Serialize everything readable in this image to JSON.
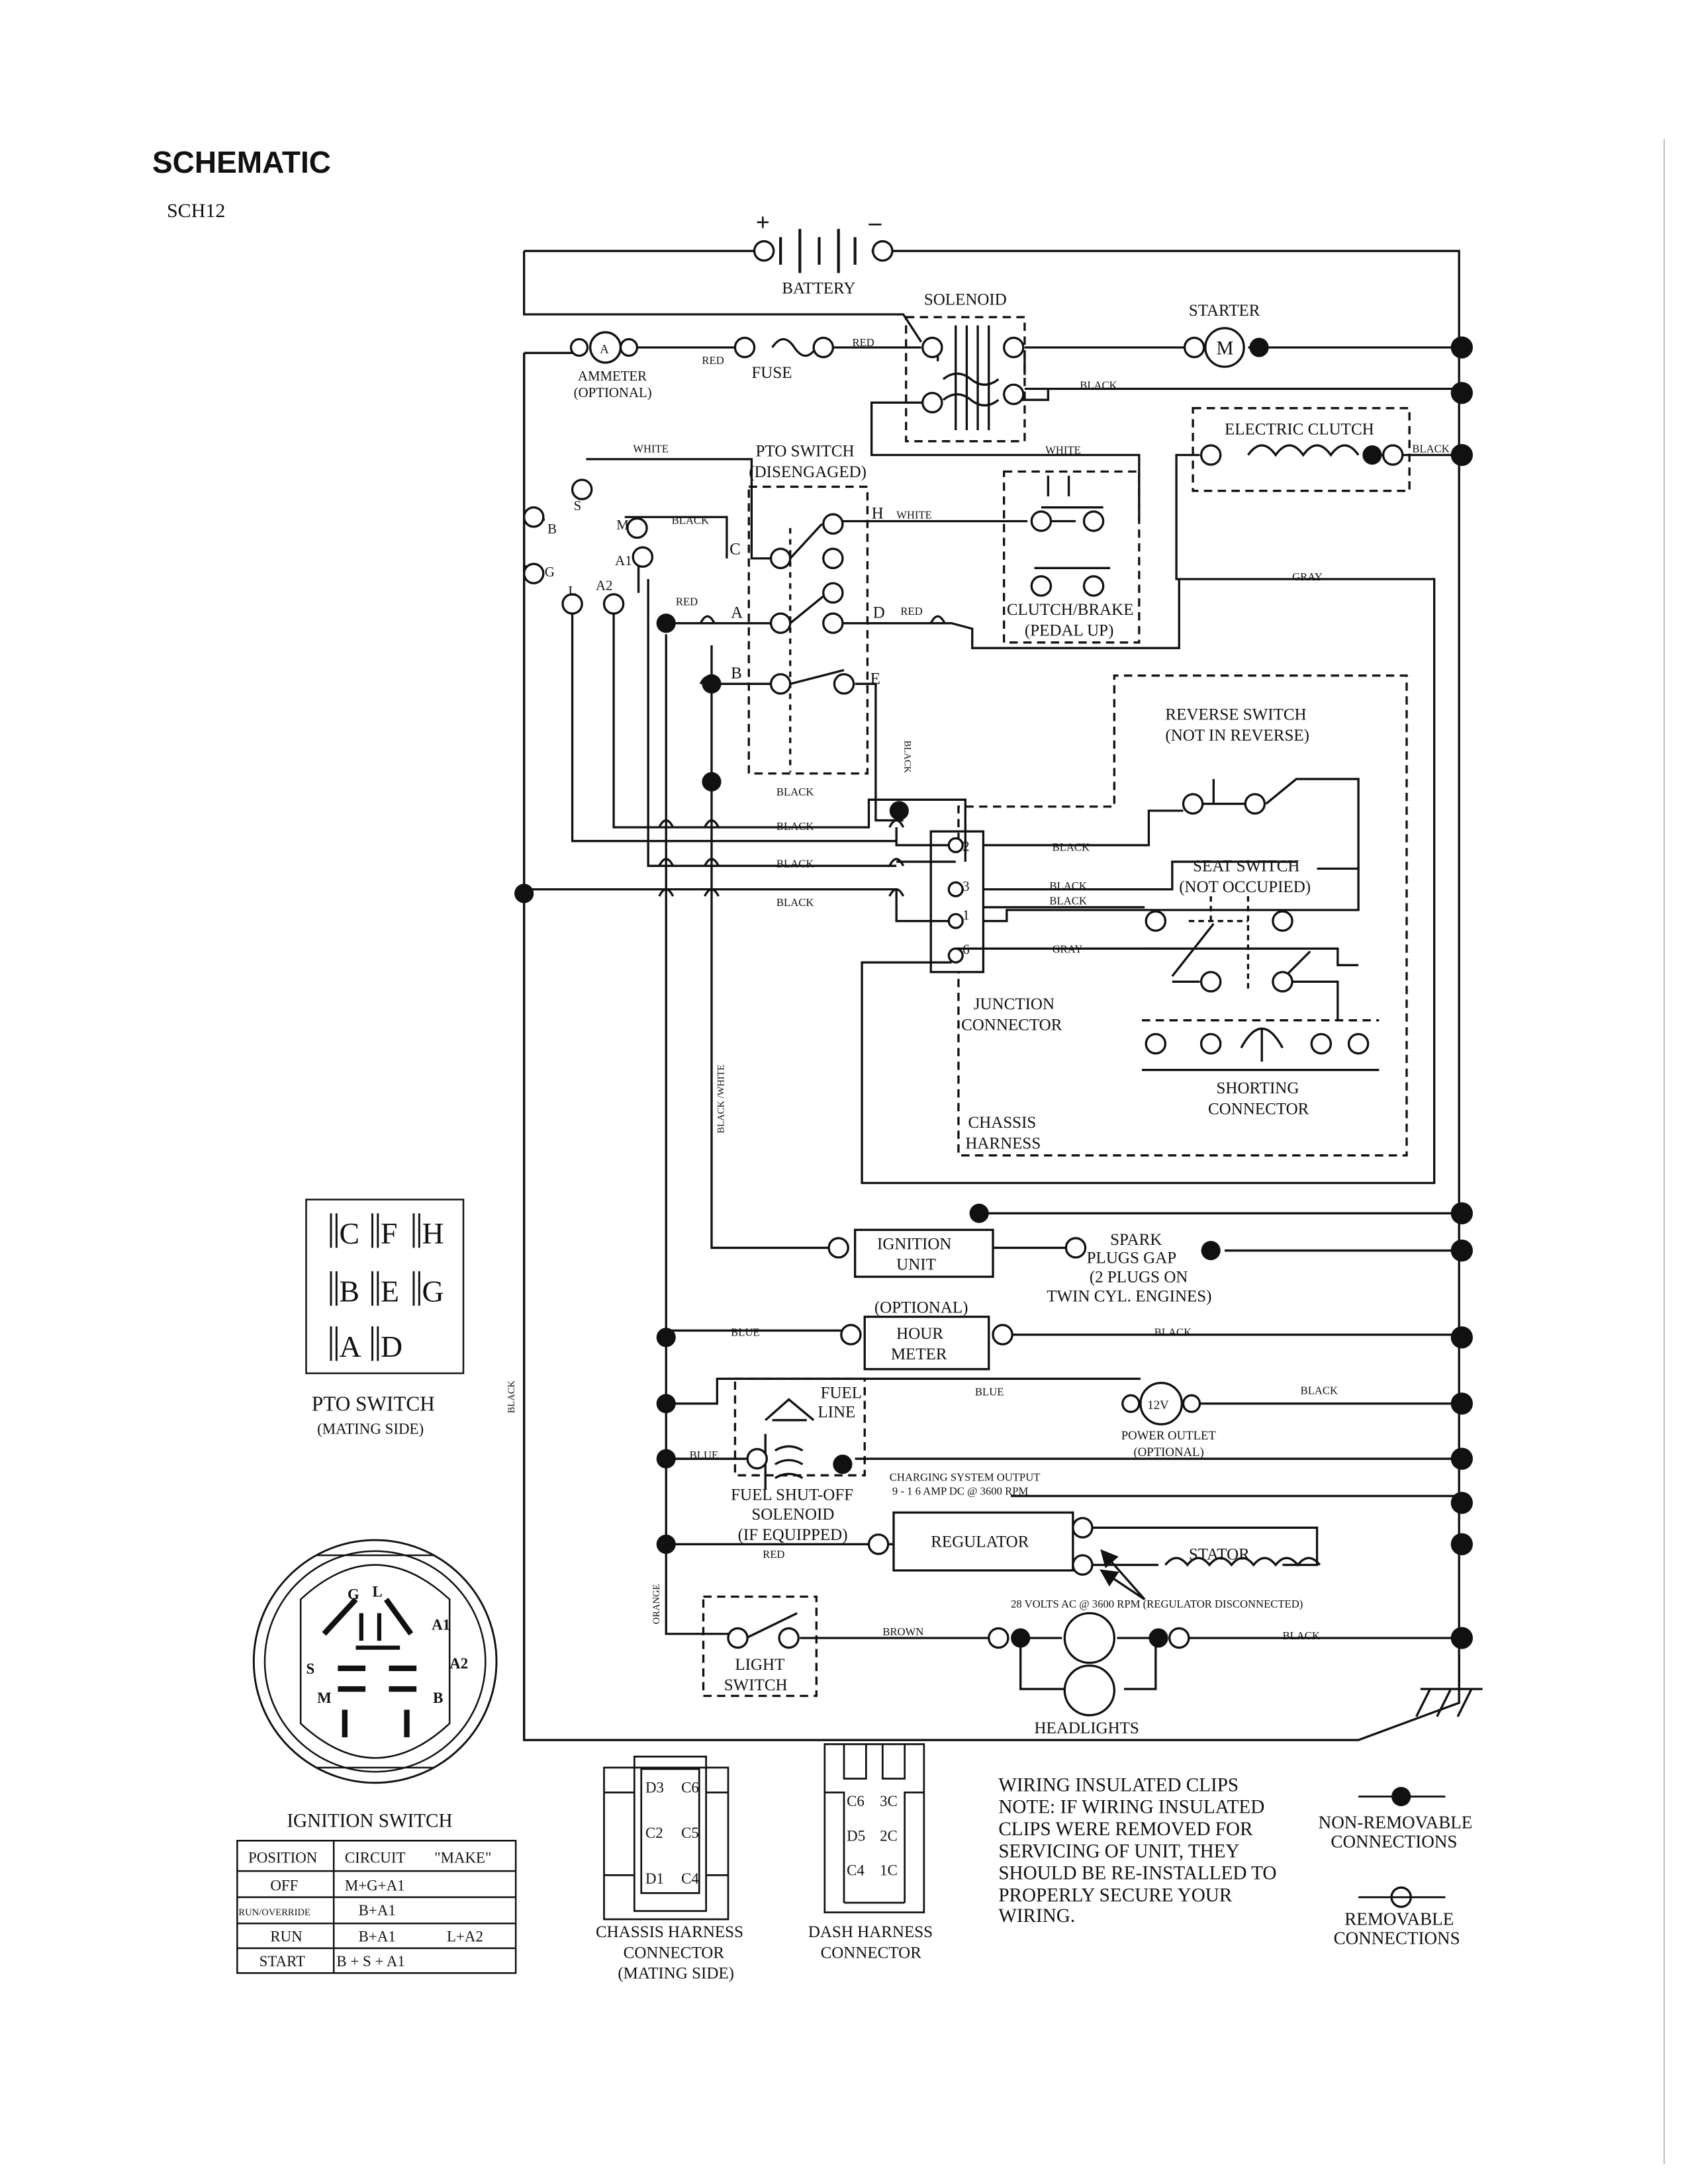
{
  "header": {
    "title": "SCHEMATIC",
    "code": "SCH12"
  },
  "battery": {
    "label": "BATTERY",
    "plus": "+",
    "minus": "–"
  },
  "solenoid": {
    "label": "SOLENOID"
  },
  "starter": {
    "label": "STARTER",
    "symbol": "M"
  },
  "ammeter": {
    "label": "AMMETER",
    "note": "(OPTIONAL)",
    "symbol": "A"
  },
  "fuse": {
    "label": "FUSE"
  },
  "electric_clutch": {
    "label": "ELECTRIC CLUTCH"
  },
  "pto_switch": {
    "label": "PTO SWITCH",
    "state": "(DISENGAGED)",
    "terminals": [
      "C",
      "H",
      "A",
      "D",
      "B",
      "E"
    ]
  },
  "clutch_brake": {
    "label": "CLUTCH/BRAKE",
    "state": "(PEDAL UP)"
  },
  "ignition_terminals": [
    "S",
    "B",
    "M",
    "A1",
    "G",
    "L",
    "A2"
  ],
  "reverse_switch": {
    "label": "REVERSE SWITCH",
    "state": "(NOT IN REVERSE)"
  },
  "seat_switch": {
    "label": "SEAT SWITCH",
    "state": "(NOT OCCUPIED)"
  },
  "junction_connector": {
    "label": "JUNCTION",
    "label2": "CONNECTOR",
    "pins": [
      "2",
      "3",
      "1",
      "6"
    ]
  },
  "shorting_connector": {
    "label": "SHORTING",
    "label2": "CONNECTOR"
  },
  "chassis_harness": {
    "label": "CHASSIS",
    "label2": "HARNESS"
  },
  "ignition_unit": {
    "label": "IGNITION",
    "label2": "UNIT"
  },
  "spark_plugs": {
    "line1": "SPARK",
    "line2": "PLUGS GAP",
    "line3": "(2 PLUGS ON",
    "line4": "TWIN CYL. ENGINES)"
  },
  "hour_meter": {
    "note": "(OPTIONAL)",
    "label": "HOUR",
    "label2": "METER"
  },
  "fuel_line": {
    "label": "FUEL",
    "label2": "LINE"
  },
  "power_outlet": {
    "symbol": "12V",
    "label": "POWER OUTLET",
    "note": "(OPTIONAL)"
  },
  "fuel_solenoid": {
    "line1": "FUEL SHUT-OFF",
    "line2": "SOLENOID",
    "line3": "(IF EQUIPPED)"
  },
  "charging": {
    "line1": "CHARGING SYSTEM OUTPUT",
    "line2": "9 - 1 6 AMP DC @ 3600 RPM"
  },
  "regulator": {
    "label": "REGULATOR"
  },
  "stator": {
    "label": "STATOR",
    "note": "28 VOLTS AC @ 3600 RPM (REGULATOR DISCONNECTED)"
  },
  "light_switch": {
    "label": "LIGHT",
    "label2": "SWITCH"
  },
  "headlights": {
    "label": "HEADLIGHTS"
  },
  "wires": {
    "red": "RED",
    "black": "BLACK",
    "white": "WHITE",
    "gray": "GRAY",
    "blue": "BLUE",
    "brown": "BROWN",
    "orange": "ORANGE",
    "black_white": "BLACK /WHITE"
  },
  "pto_mating": {
    "label": "PTO SWITCH",
    "note": "(MATING SIDE)",
    "rows": [
      [
        "C",
        "F",
        "H"
      ],
      [
        "B",
        "E",
        "G"
      ],
      [
        "A",
        "D"
      ]
    ]
  },
  "ignition_switch": {
    "label": "IGNITION SWITCH",
    "face": [
      "G",
      "L",
      "A1",
      "A2",
      "S",
      "M",
      "B"
    ],
    "headers": [
      "POSITION",
      "CIRCUIT",
      "\"MAKE\""
    ],
    "rows": [
      [
        "OFF",
        "M+G+A1",
        ""
      ],
      [
        "RUN/OVERRIDE",
        "B+A1",
        ""
      ],
      [
        "RUN",
        "B+A1",
        "L+A2"
      ],
      [
        "START",
        "B + S + A1",
        ""
      ]
    ]
  },
  "chassis_connector": {
    "line1": "CHASSIS HARNESS",
    "line2": "CONNECTOR",
    "line3": "(MATING SIDE)",
    "pins": [
      "D3",
      "C6",
      "C2",
      "C5",
      "D1",
      "C4"
    ]
  },
  "dash_connector": {
    "line1": "DASH HARNESS",
    "line2": "CONNECTOR",
    "pins": [
      "C6",
      "3C",
      "D5",
      "2C",
      "C4",
      "1C"
    ]
  },
  "note": {
    "lines": [
      "WIRING INSULATED CLIPS",
      "NOTE:  IF WIRING INSULATED",
      "CLIPS WERE REMOVED FOR",
      "SERVICING OF UNIT, THEY",
      "SHOULD BE RE-INSTALLED TO",
      "PROPERLY SECURE YOUR",
      "WIRING."
    ]
  },
  "legend": {
    "non_removable": [
      "NON-REMOVABLE",
      "CONNECTIONS"
    ],
    "removable": [
      "REMOVABLE",
      "CONNECTIONS"
    ]
  }
}
